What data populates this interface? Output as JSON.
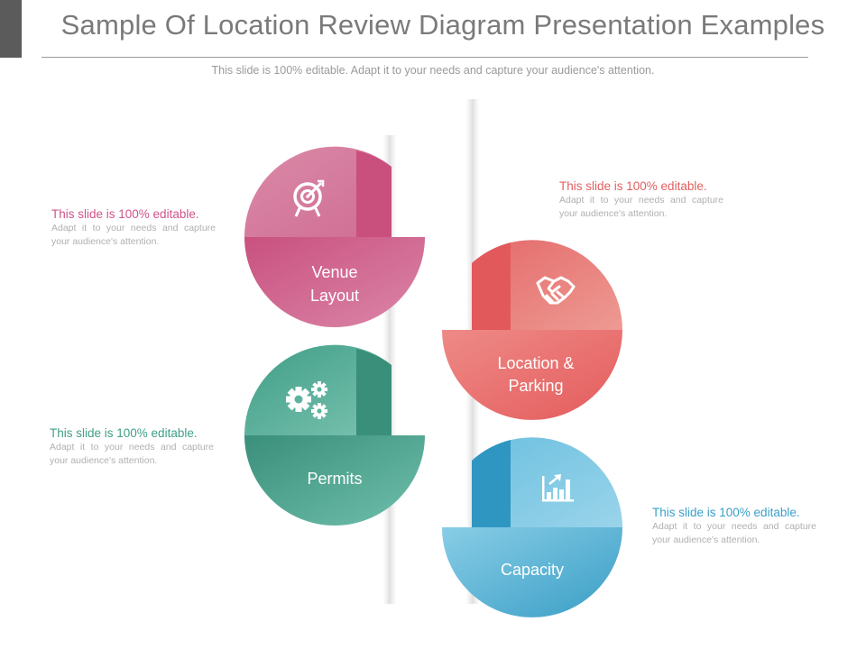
{
  "header": {
    "title": "Sample Of Location Review Diagram Presentation Examples",
    "subtitle": "This slide is 100% editable. Adapt it to your needs and capture your audience's attention."
  },
  "nodes": [
    {
      "label_line1": "Venue",
      "label_line2": "Layout",
      "icon": "target-icon",
      "color": "#d46a91",
      "text": {
        "heading": "This slide is 100% editable.",
        "body": "Adapt it to your needs and capture your audience's attention."
      }
    },
    {
      "label_line1": "Location &",
      "label_line2": "Parking",
      "icon": "handshake-icon",
      "color": "#ea7472",
      "text": {
        "heading": "This slide is 100% editable.",
        "body": "Adapt it to your needs and capture your audience's attention."
      }
    },
    {
      "label_line1": "Permits",
      "label_line2": "",
      "icon": "gears-icon",
      "color": "#4fa893",
      "text": {
        "heading": "This slide is 100% editable.",
        "body": "Adapt it to your needs and capture your audience's attention."
      }
    },
    {
      "label_line1": "Capacity",
      "label_line2": "",
      "icon": "bar-chart-icon",
      "color": "#4aaed0",
      "text": {
        "heading": "This slide is 100% editable.",
        "body": "Adapt it to your needs and capture your audience's attention."
      }
    }
  ]
}
